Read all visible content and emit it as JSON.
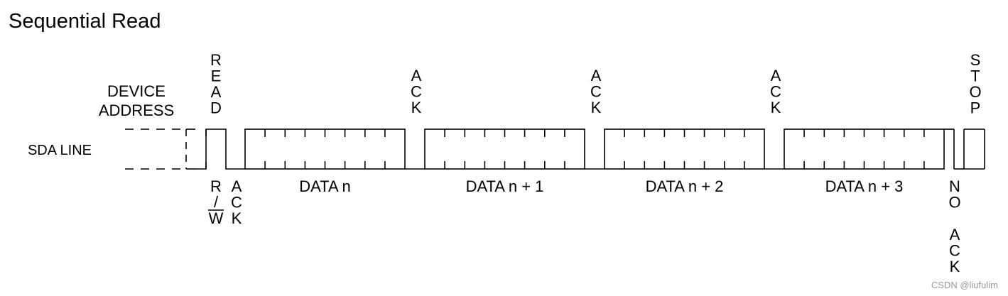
{
  "title": "Sequential Read",
  "labels": {
    "device_address": [
      "DEVICE",
      "ADDRESS"
    ],
    "sda_line": "SDA LINE",
    "read": [
      "R",
      "E",
      "A",
      "D"
    ],
    "ack": [
      "A",
      "C",
      "K"
    ],
    "stop": [
      "S",
      "T",
      "O",
      "P"
    ],
    "rw": [
      "R",
      "/",
      "W"
    ],
    "no": [
      "N",
      "O"
    ],
    "data": [
      "DATA n",
      "DATA n + 1",
      "DATA n + 2",
      "DATA n + 3"
    ]
  },
  "bits_per_byte": 8,
  "watermark": "CSDN @liufulim",
  "colors": {
    "line": "#000000",
    "dashed": "#000000",
    "watermark": "#9a9a9a"
  }
}
